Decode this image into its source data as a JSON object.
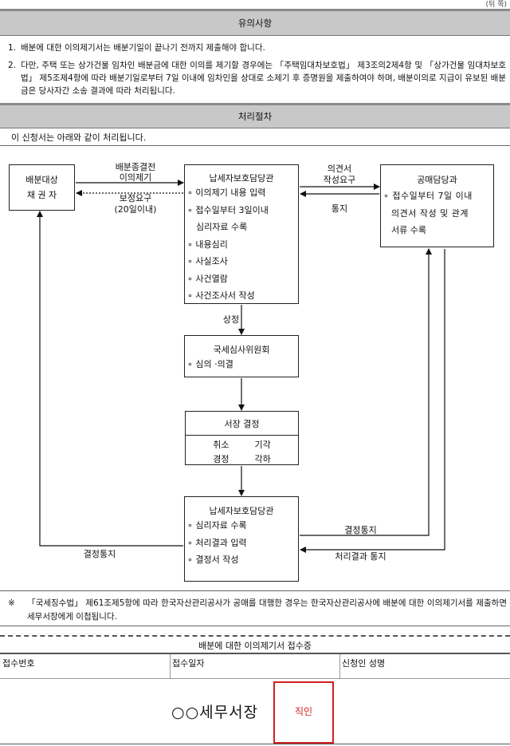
{
  "page_mark": "(뒤 쪽)",
  "notes_section": {
    "heading": "유의사항",
    "items": [
      {
        "num": "1.",
        "text": "배분에 대한 이의제기서는 배분기일이 끝나기 전까지 제출해야 합니다."
      },
      {
        "num": "2.",
        "text": "다만, 주택 또는 상가건물 임차인 배분금에 대한 이의를 제기할 경우에는 「주택임대차보호법」 제3조의2제4항 및 「상가건물 임대차보호법」 제5조제4항에 따라 배분기일로부터 7일 이내에 임차인을 상대로 소제기 후 증명원을 제출하여야 하며, 배분이의로 지급이 유보된 배분금은 당사자간 소송 결과에 따라 처리됩니다."
      }
    ]
  },
  "procedure_section": {
    "heading": "처리절차",
    "intro": "이 신청서는 아래와 같이 처리됩니다."
  },
  "flow": {
    "creditor": {
      "line1": "배분대상",
      "line2": "채 권 자"
    },
    "officer_top": {
      "title": "납세자보호담당관",
      "items": [
        "이의제기 내용 입력",
        "접수일부터 3일이내",
        "심리자료 수록",
        "내용심리",
        "사실조사",
        "사건열람",
        "사건조사서 작성"
      ]
    },
    "auction": {
      "title": "공매담당과",
      "items": [
        "접수일부터 7일 이내",
        "의견서 작성 및 관계",
        "서류 수록"
      ]
    },
    "committee": {
      "title": "국세심사위원회",
      "items": [
        "심의 ·의결"
      ]
    },
    "decision": {
      "title": "서장 결정",
      "row1": [
        "취소",
        "기각"
      ],
      "row2": [
        "경정",
        "각하"
      ]
    },
    "officer_bottom": {
      "title": "납세자보호담당관",
      "items": [
        "심리자료 수록",
        "처리결과 입력",
        "결정서 작성"
      ]
    },
    "labels": {
      "objection_top": "배분종결전",
      "objection_bottom": "이의제기",
      "supplement": "보정요구",
      "supplement_days": "(20일이내)",
      "opinion_top": "의견서",
      "opinion_bottom": "작성요구",
      "notice": "통지",
      "submit": "상정",
      "decision_notice_right": "결정통지",
      "decision_notice_left": "결정통지",
      "result_notice": "처리결과 통지"
    }
  },
  "footnote": {
    "mark": "※",
    "text": "「국세징수법」 제61조제5항에 따라 한국자산관리공사가 공매를 대행한 경우는 한국자산관리공사에 배분에 대한 이의제기서를 제출하면 세무서장에게 이첩됩니다."
  },
  "receipt": {
    "title": "배분에 대한 이의제기서 접수증",
    "columns": [
      "접수번호",
      "접수일자",
      "신청인 성명"
    ],
    "office": "○○세무서장",
    "stamp": "직인"
  },
  "colors": {
    "band": "#c8c8c8",
    "stamp": "#d02020"
  }
}
